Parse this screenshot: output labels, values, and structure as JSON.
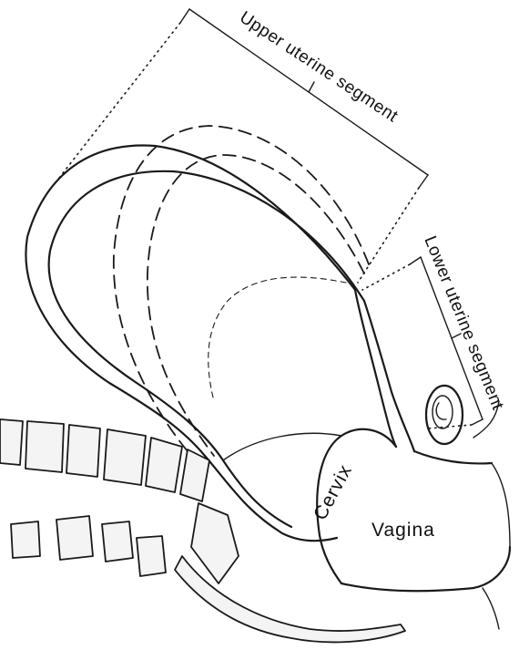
{
  "labels": {
    "upper_segment": "Upper uterine segment",
    "lower_segment": "Lower uterine segment",
    "cervix": "Cervix",
    "vagina": "Vagina"
  },
  "colors": {
    "ink": "#1a1a1a",
    "background": "#ffffff"
  }
}
